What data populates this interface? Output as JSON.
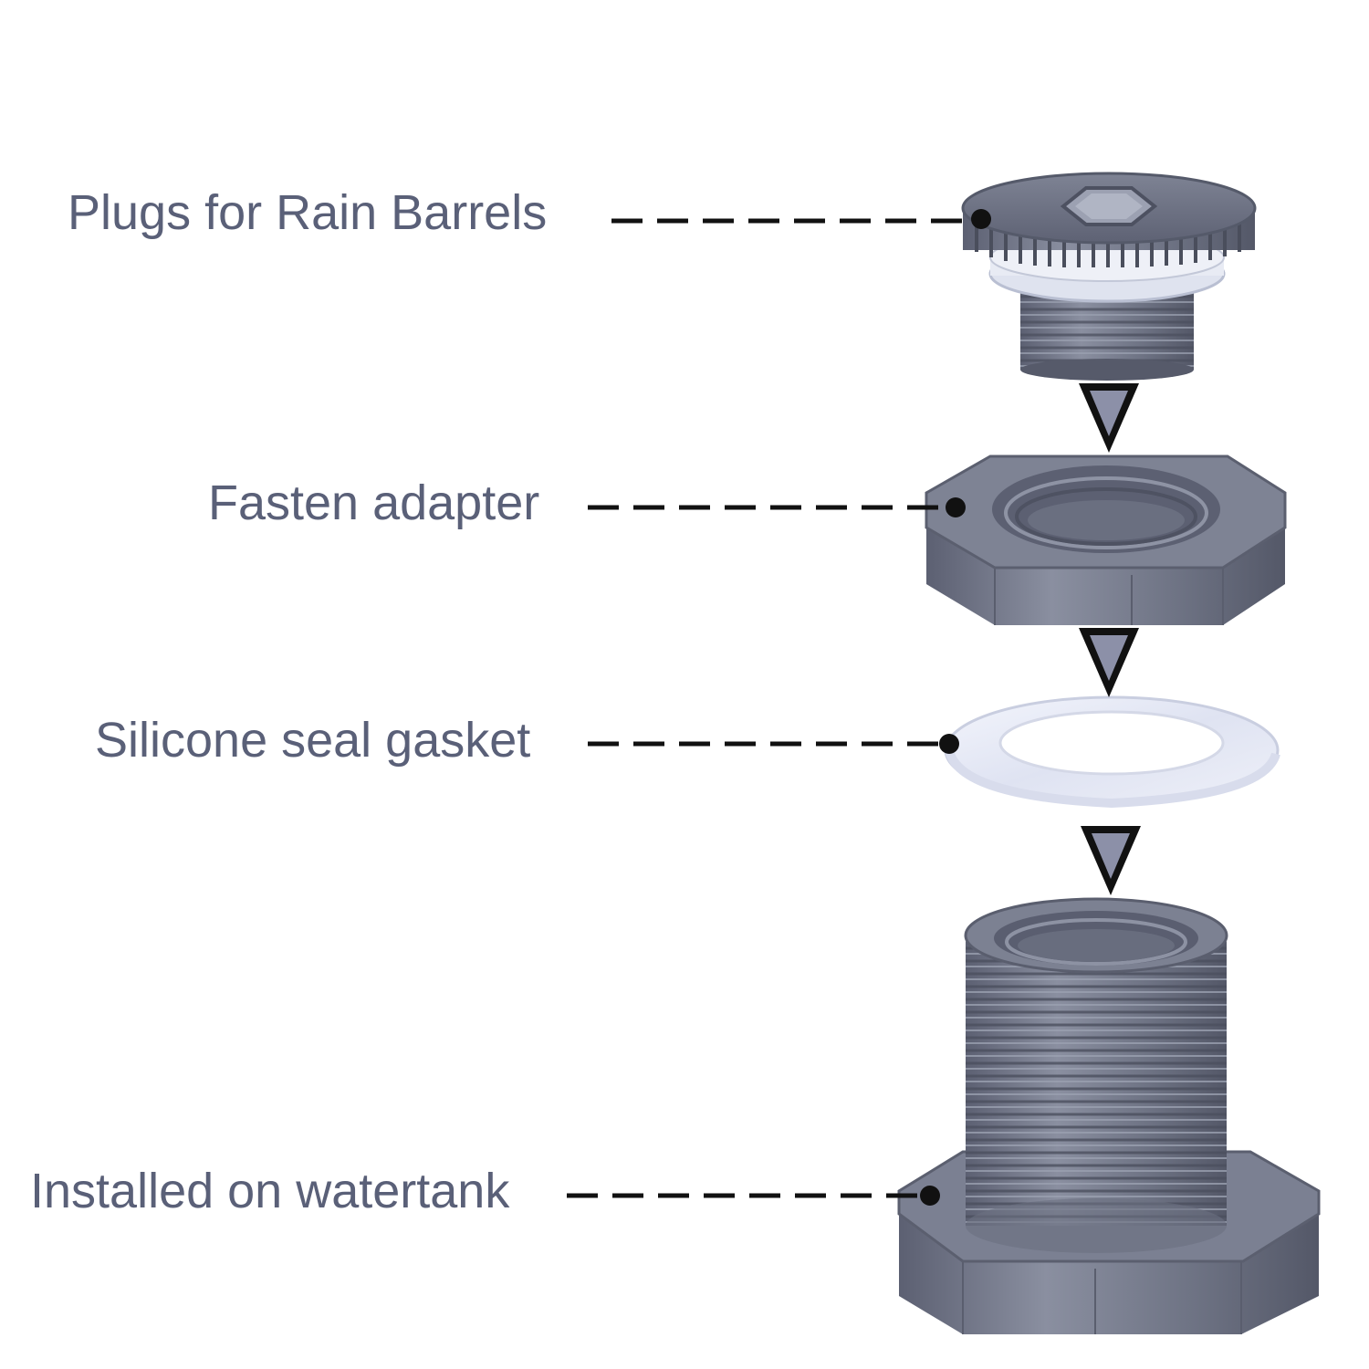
{
  "parts": [
    {
      "id": "plug",
      "label": "Plugs for Rain Barrels"
    },
    {
      "id": "adapter",
      "label": "Fasten adapter"
    },
    {
      "id": "gasket",
      "label": "Silicone seal gasket"
    },
    {
      "id": "fitting",
      "label": "Installed on watertank"
    }
  ],
  "colors": {
    "text": "#5a6078",
    "part_gray": "#6b7080",
    "part_gray_light": "#8a90a0",
    "part_gray_dark": "#4e5262",
    "gasket": "#e6eaf6",
    "arrow_fill": "#8c90a8",
    "leader": "#111111"
  },
  "icons": [
    "down-arrow-icon",
    "leader-dot-icon"
  ]
}
